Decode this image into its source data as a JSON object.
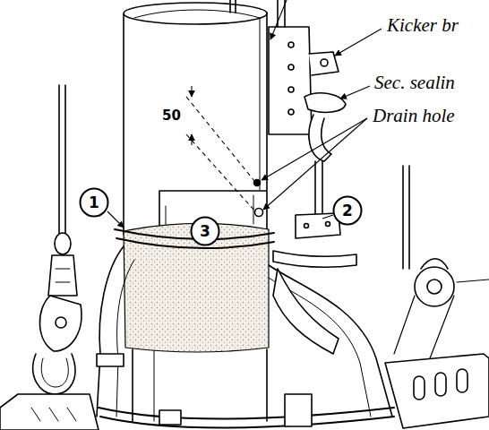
{
  "diagram": {
    "nodes": [
      {
        "text": [
          "1"
        ]
      },
      {
        "text": [
          "2"
        ]
      },
      {
        "text": [
          "3"
        ]
      }
    ],
    "labels": [
      "Kicker br",
      "Sec. sealin",
      "Drain hole",
      "50"
    ]
  }
}
